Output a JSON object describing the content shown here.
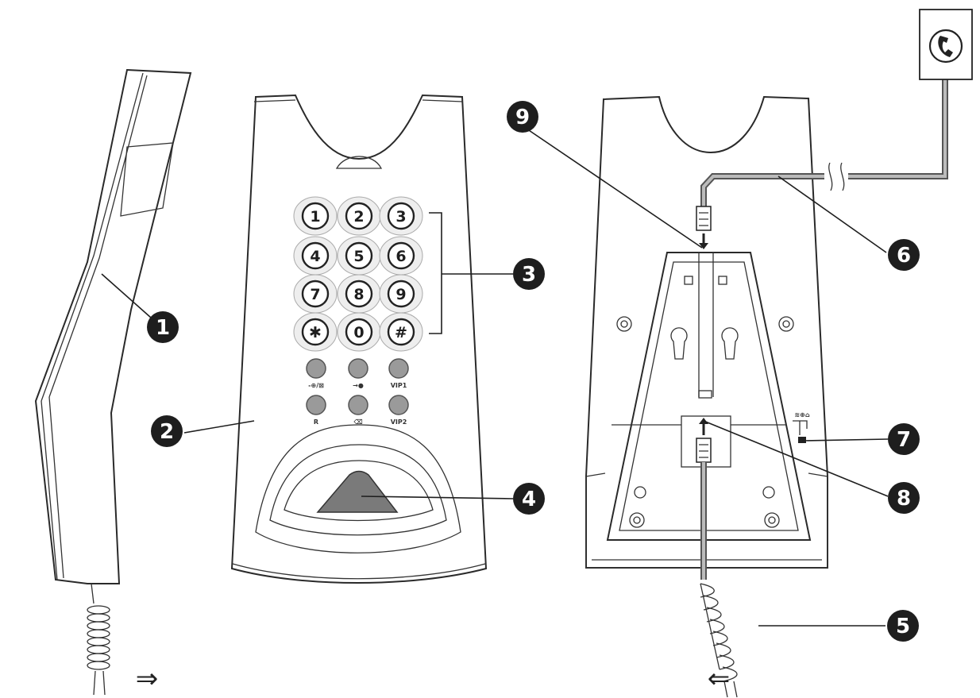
{
  "diagram": {
    "callouts": [
      {
        "id": "1",
        "label": "1"
      },
      {
        "id": "2",
        "label": "2"
      },
      {
        "id": "3",
        "label": "3"
      },
      {
        "id": "4",
        "label": "4"
      },
      {
        "id": "5",
        "label": "5"
      },
      {
        "id": "6",
        "label": "6"
      },
      {
        "id": "7",
        "label": "7"
      },
      {
        "id": "8",
        "label": "8"
      },
      {
        "id": "9",
        "label": "9"
      }
    ],
    "keypad": [
      "1",
      "2",
      "3",
      "4",
      "5",
      "6",
      "7",
      "8",
      "9",
      "✱",
      "0",
      "#"
    ],
    "function_buttons": [
      {
        "label": "-⊕/⊠"
      },
      {
        "label": "→●"
      },
      {
        "label": "VIP1"
      },
      {
        "label": "R"
      },
      {
        "label": "⌫"
      },
      {
        "label": "VIP2"
      }
    ],
    "arrows": {
      "left": "⇒",
      "right": "⇐"
    },
    "switch_label": "≋⊕⌂",
    "wall_socket_icon": "phone-handset-icon"
  }
}
